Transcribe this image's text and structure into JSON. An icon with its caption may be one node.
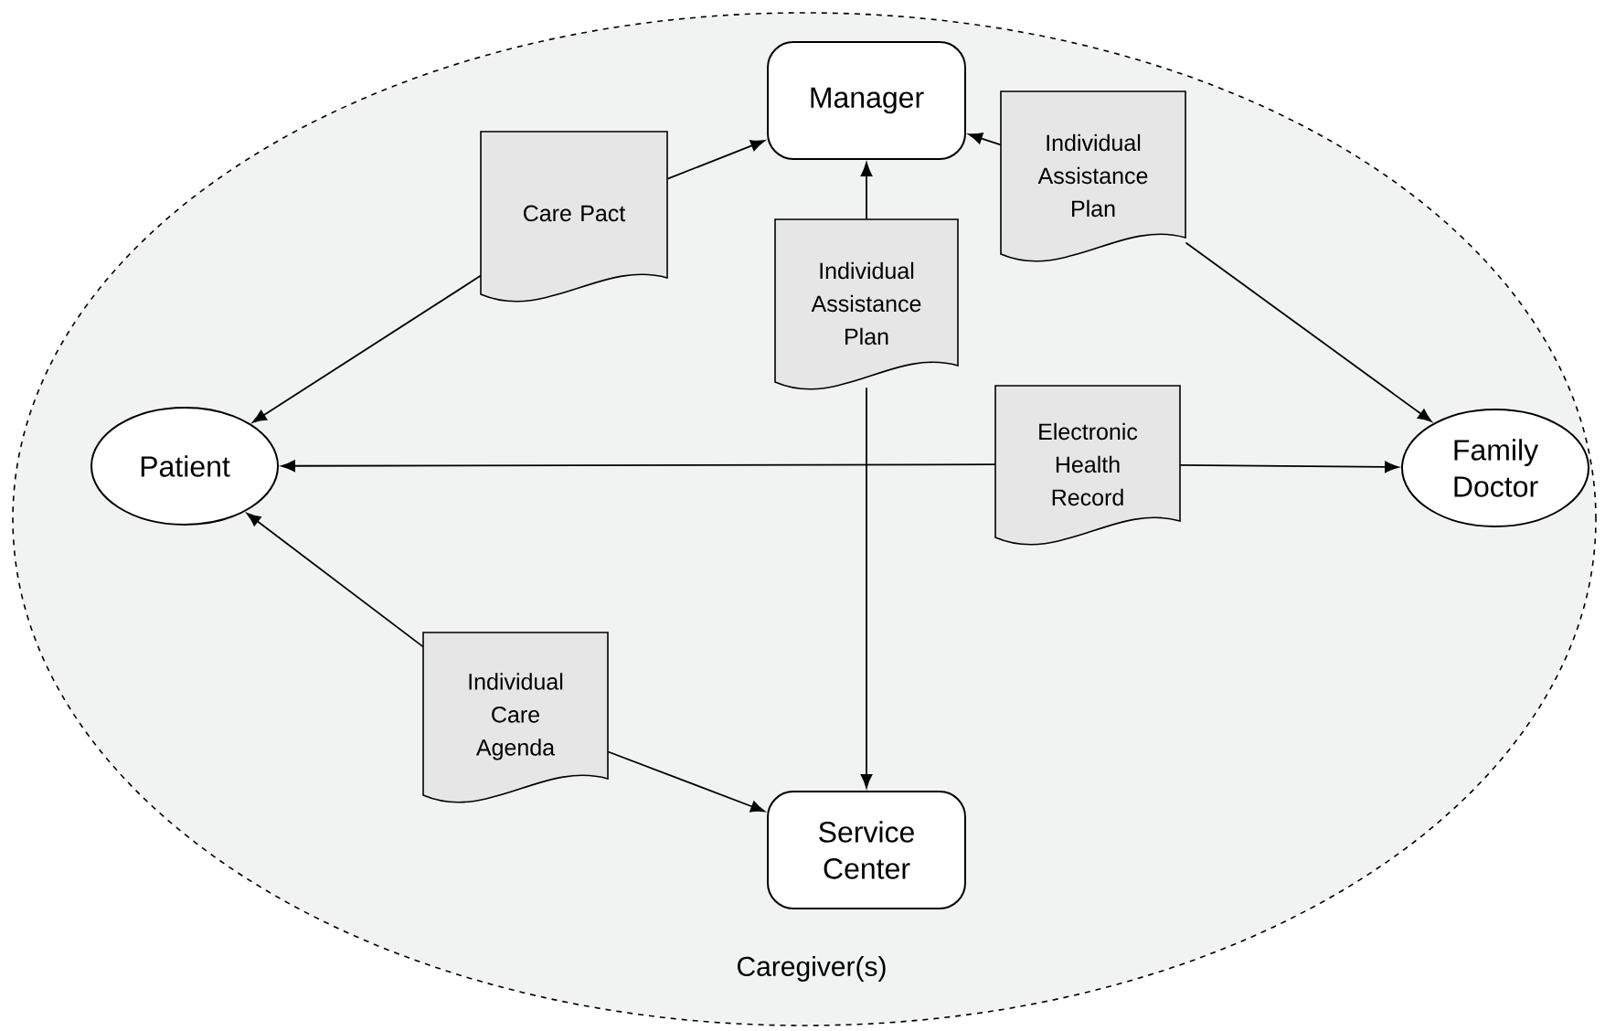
{
  "diagram": {
    "nodes": [
      {
        "text": [
          "Caregiver(s)"
        ]
      },
      {
        "text": [
          "Manager"
        ],
        "in": 0
      },
      {
        "text": [
          "Individual Assistance Plan"
        ],
        "in": 0
      },
      {
        "text": [
          "Care Pact"
        ],
        "in": 0
      },
      {
        "text": [
          "Individual Assistance Plan"
        ],
        "in": 0
      },
      {
        "text": [
          "Patient"
        ],
        "in": 0
      },
      {
        "text": [
          "Electronic Health Record"
        ],
        "in": 0
      },
      {
        "text": [
          "Family Doctor"
        ],
        "in": 0
      },
      {
        "text": [
          "Individual Care Agenda"
        ],
        "in": 0
      },
      {
        "text": [
          "Service Center"
        ],
        "in": 0
      }
    ],
    "edges": [
      {
        "from": 3,
        "to": 1,
        "arrow": "to"
      },
      {
        "from": 3,
        "to": 5,
        "arrow": "to"
      },
      {
        "from": 4,
        "to": 1,
        "arrow": "to"
      },
      {
        "from": 4,
        "to": 9,
        "arrow": "to"
      },
      {
        "from": 2,
        "to": 1,
        "arrow": "to"
      },
      {
        "from": 2,
        "to": 7,
        "arrow": "to"
      },
      {
        "from": 6,
        "to": 5,
        "arrow": "to"
      },
      {
        "from": 6,
        "to": 7,
        "arrow": "to"
      },
      {
        "from": 8,
        "to": 5,
        "arrow": "to"
      },
      {
        "from": 8,
        "to": 9,
        "arrow": "to"
      }
    ]
  }
}
